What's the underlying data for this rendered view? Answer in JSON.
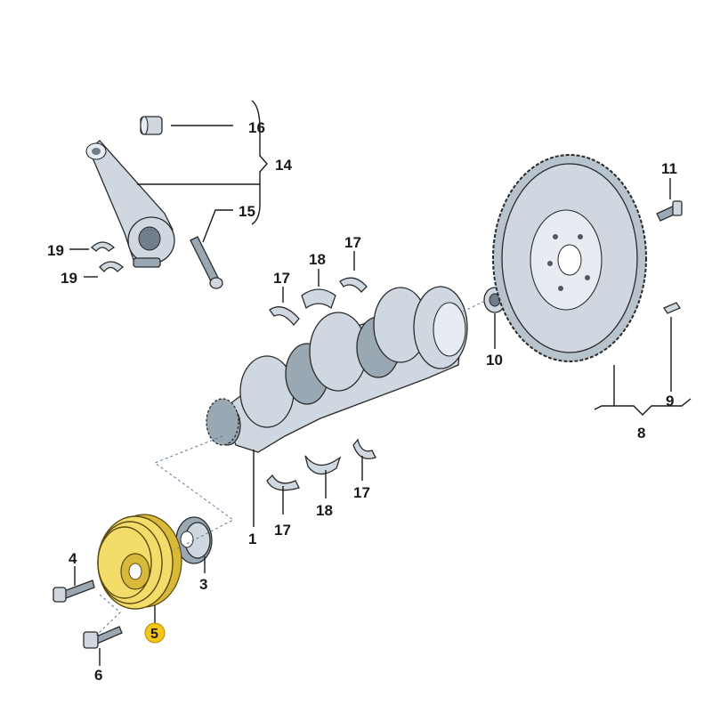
{
  "callouts": {
    "c1": "1",
    "c3": "3",
    "c4": "4",
    "c5": "5",
    "c6": "6",
    "c8": "8",
    "c9": "9",
    "c10": "10",
    "c11": "11",
    "c14": "14",
    "c15": "15",
    "c16": "16",
    "c17a": "17",
    "c17b": "17",
    "c17c": "17",
    "c17d": "17",
    "c18a": "18",
    "c18b": "18",
    "c19a": "19",
    "c19b": "19"
  },
  "colors": {
    "highlight": "#f3dc6a",
    "badge": "#f5c518",
    "part": "#cfd8e0"
  },
  "highlighted_part": "5"
}
